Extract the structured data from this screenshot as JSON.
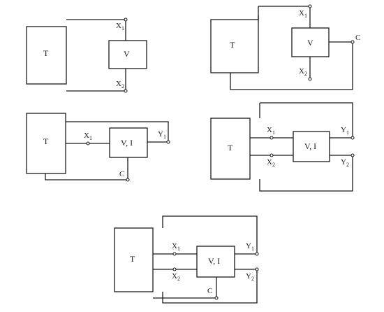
{
  "diagrams": [
    {
      "id": "d1",
      "box_t": "T",
      "box_v": "V",
      "ports": [
        {
          "main": "X",
          "sub": "1"
        },
        {
          "main": "X",
          "sub": "2"
        }
      ]
    },
    {
      "id": "d2",
      "box_t": "T",
      "box_v": "V",
      "ports": [
        {
          "main": "X",
          "sub": "1"
        },
        {
          "main": "X",
          "sub": "2"
        },
        {
          "main": "C",
          "sub": ""
        }
      ]
    },
    {
      "id": "d3",
      "box_t": "T",
      "box_v": "V, I",
      "ports": [
        {
          "main": "X",
          "sub": "1"
        },
        {
          "main": "Y",
          "sub": "1"
        },
        {
          "main": "C",
          "sub": ""
        }
      ]
    },
    {
      "id": "d4",
      "box_t": "T",
      "box_v": "V, I",
      "ports": [
        {
          "main": "X",
          "sub": "1"
        },
        {
          "main": "X",
          "sub": "2"
        },
        {
          "main": "Y",
          "sub": "1"
        },
        {
          "main": "Y",
          "sub": "2"
        }
      ]
    },
    {
      "id": "d5",
      "box_t": "T",
      "box_v": "V, I",
      "ports": [
        {
          "main": "X",
          "sub": "1"
        },
        {
          "main": "X",
          "sub": "2"
        },
        {
          "main": "Y",
          "sub": "1"
        },
        {
          "main": "Y",
          "sub": "2"
        },
        {
          "main": "C",
          "sub": ""
        }
      ]
    }
  ]
}
